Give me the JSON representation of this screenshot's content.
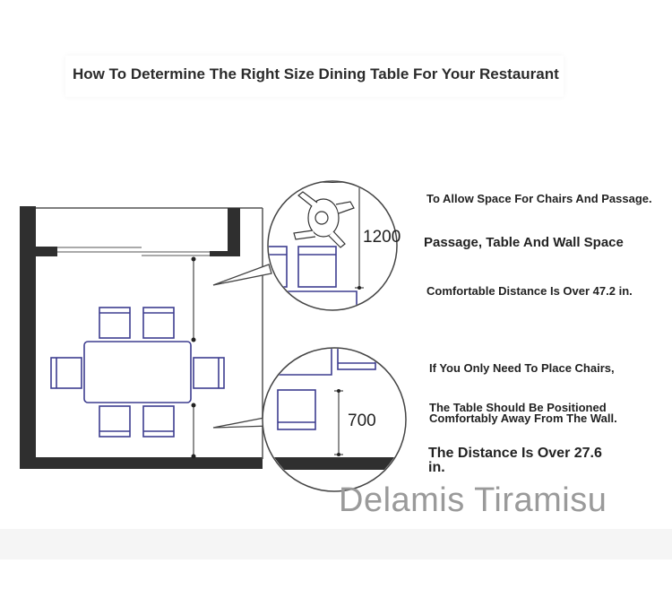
{
  "title": "How To Determine The Right Size Dining Table For Your Restaurant",
  "dimensions": {
    "passage": "1200",
    "chair_gap": "700"
  },
  "captions": {
    "passage_note": "To Allow Space For Chairs And Passage.",
    "passage_heading": "Passage, Table And Wall Space",
    "passage_distance": "Comfortable Distance Is Over 47.2 in.",
    "chairs_note": "If You Only Need To Place Chairs,",
    "chairs_position": "The Table Should Be Positioned Comfortably Away From The Wall.",
    "chairs_distance": "The Distance Is Over 27.6 in."
  },
  "watermark": "Delamis Tiramisu",
  "colors": {
    "wall": "#2f2f2f",
    "furniture": "#3d3d8f",
    "line": "#222222"
  }
}
